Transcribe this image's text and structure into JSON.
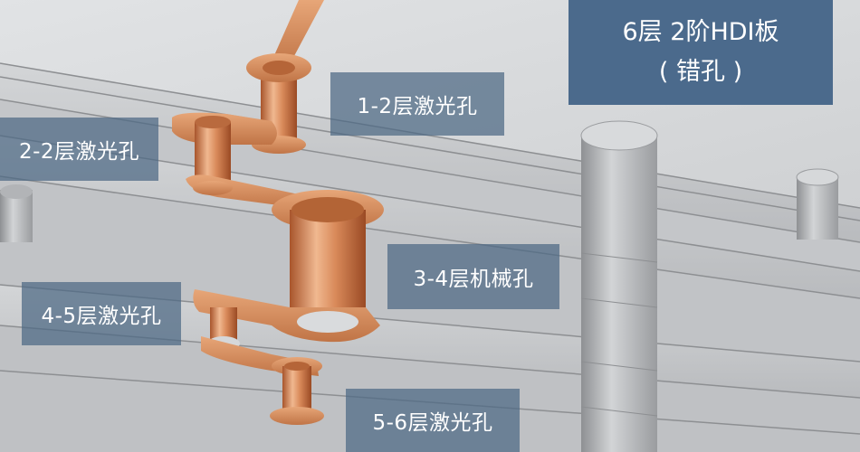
{
  "title_box": {
    "line1": "6层 2阶HDI板",
    "line2": "( 错孔 )",
    "color": "#4b6a8c"
  },
  "labels": {
    "via_1_2": "1-2层激光孔",
    "via_2_2": "2-2层激光孔",
    "via_3_4": "3-4层机械孔",
    "via_4_5": "4-5层激光孔",
    "via_5_6": "5-6层激光孔"
  },
  "colors": {
    "board": "#c6c8ca",
    "copper": "#d08a5a",
    "label_bg": "#4c6884"
  }
}
